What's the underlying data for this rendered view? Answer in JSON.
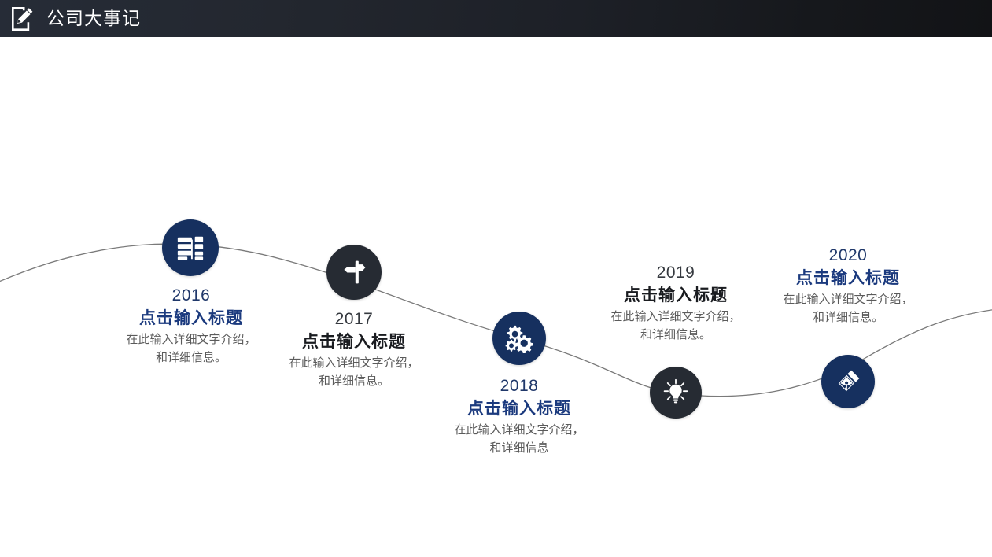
{
  "header": {
    "title": "公司大事记",
    "icon": "document-pencil-icon",
    "bg_gradient_from": "#262c37",
    "bg_gradient_to": "#121316",
    "text_color": "#ffffff"
  },
  "theme": {
    "navy": "#16305f",
    "charcoal": "#262b33",
    "navy_year_text": "#20386a",
    "navy_title_text": "#1b3a7e",
    "dark_year_text": "#35393f",
    "dark_title_text": "#1a1c20",
    "body_text": "#5b5b5b",
    "curve_color": "#7a7a7a",
    "background": "#ffffff"
  },
  "timeline": {
    "nodes": [
      {
        "year": "2016",
        "title": "点击输入标题",
        "desc_line1": "在此输入详细文字介绍，",
        "desc_line2": "和详细信息。",
        "icon": "server-rack-icon",
        "style": "navy",
        "text_position": "below"
      },
      {
        "year": "2017",
        "title": "点击输入标题",
        "desc_line1": "在此输入详细文字介绍，",
        "desc_line2": "和详细信息。",
        "icon": "signpost-icon",
        "style": "dark",
        "text_position": "below"
      },
      {
        "year": "2018",
        "title": "点击输入标题",
        "desc_line1": "在此输入详细文字介绍，",
        "desc_line2": "和详细信息",
        "icon": "gears-icon",
        "style": "navy",
        "text_position": "below"
      },
      {
        "year": "2019",
        "title": "点击输入标题",
        "desc_line1": "在此输入详细文字介绍，",
        "desc_line2": "和详细信息。",
        "icon": "lightbulb-icon",
        "style": "dark",
        "text_position": "above"
      },
      {
        "year": "2020",
        "title": "点击输入标题",
        "desc_line1": "在此输入详细文字介绍，",
        "desc_line2": "和详细信息。",
        "icon": "pen-nib-icon",
        "style": "navy",
        "text_position": "above"
      }
    ]
  }
}
